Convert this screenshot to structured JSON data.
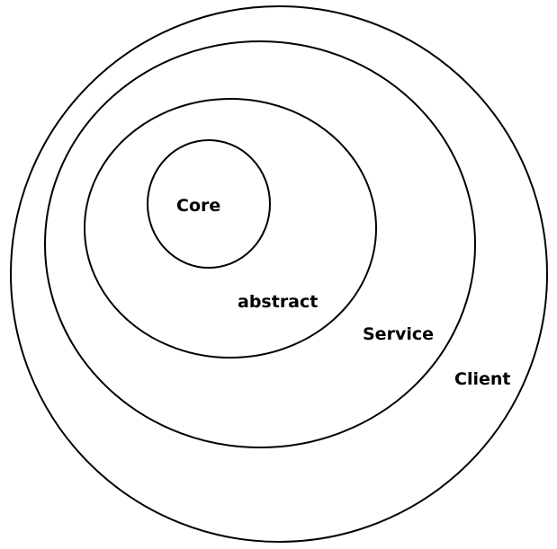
{
  "diagram": {
    "layers": [
      {
        "label": "Client"
      },
      {
        "label": "Service"
      },
      {
        "label": "abstract"
      },
      {
        "label": "Core"
      }
    ]
  },
  "colors": {
    "stroke": "#000000",
    "background": "#ffffff"
  }
}
